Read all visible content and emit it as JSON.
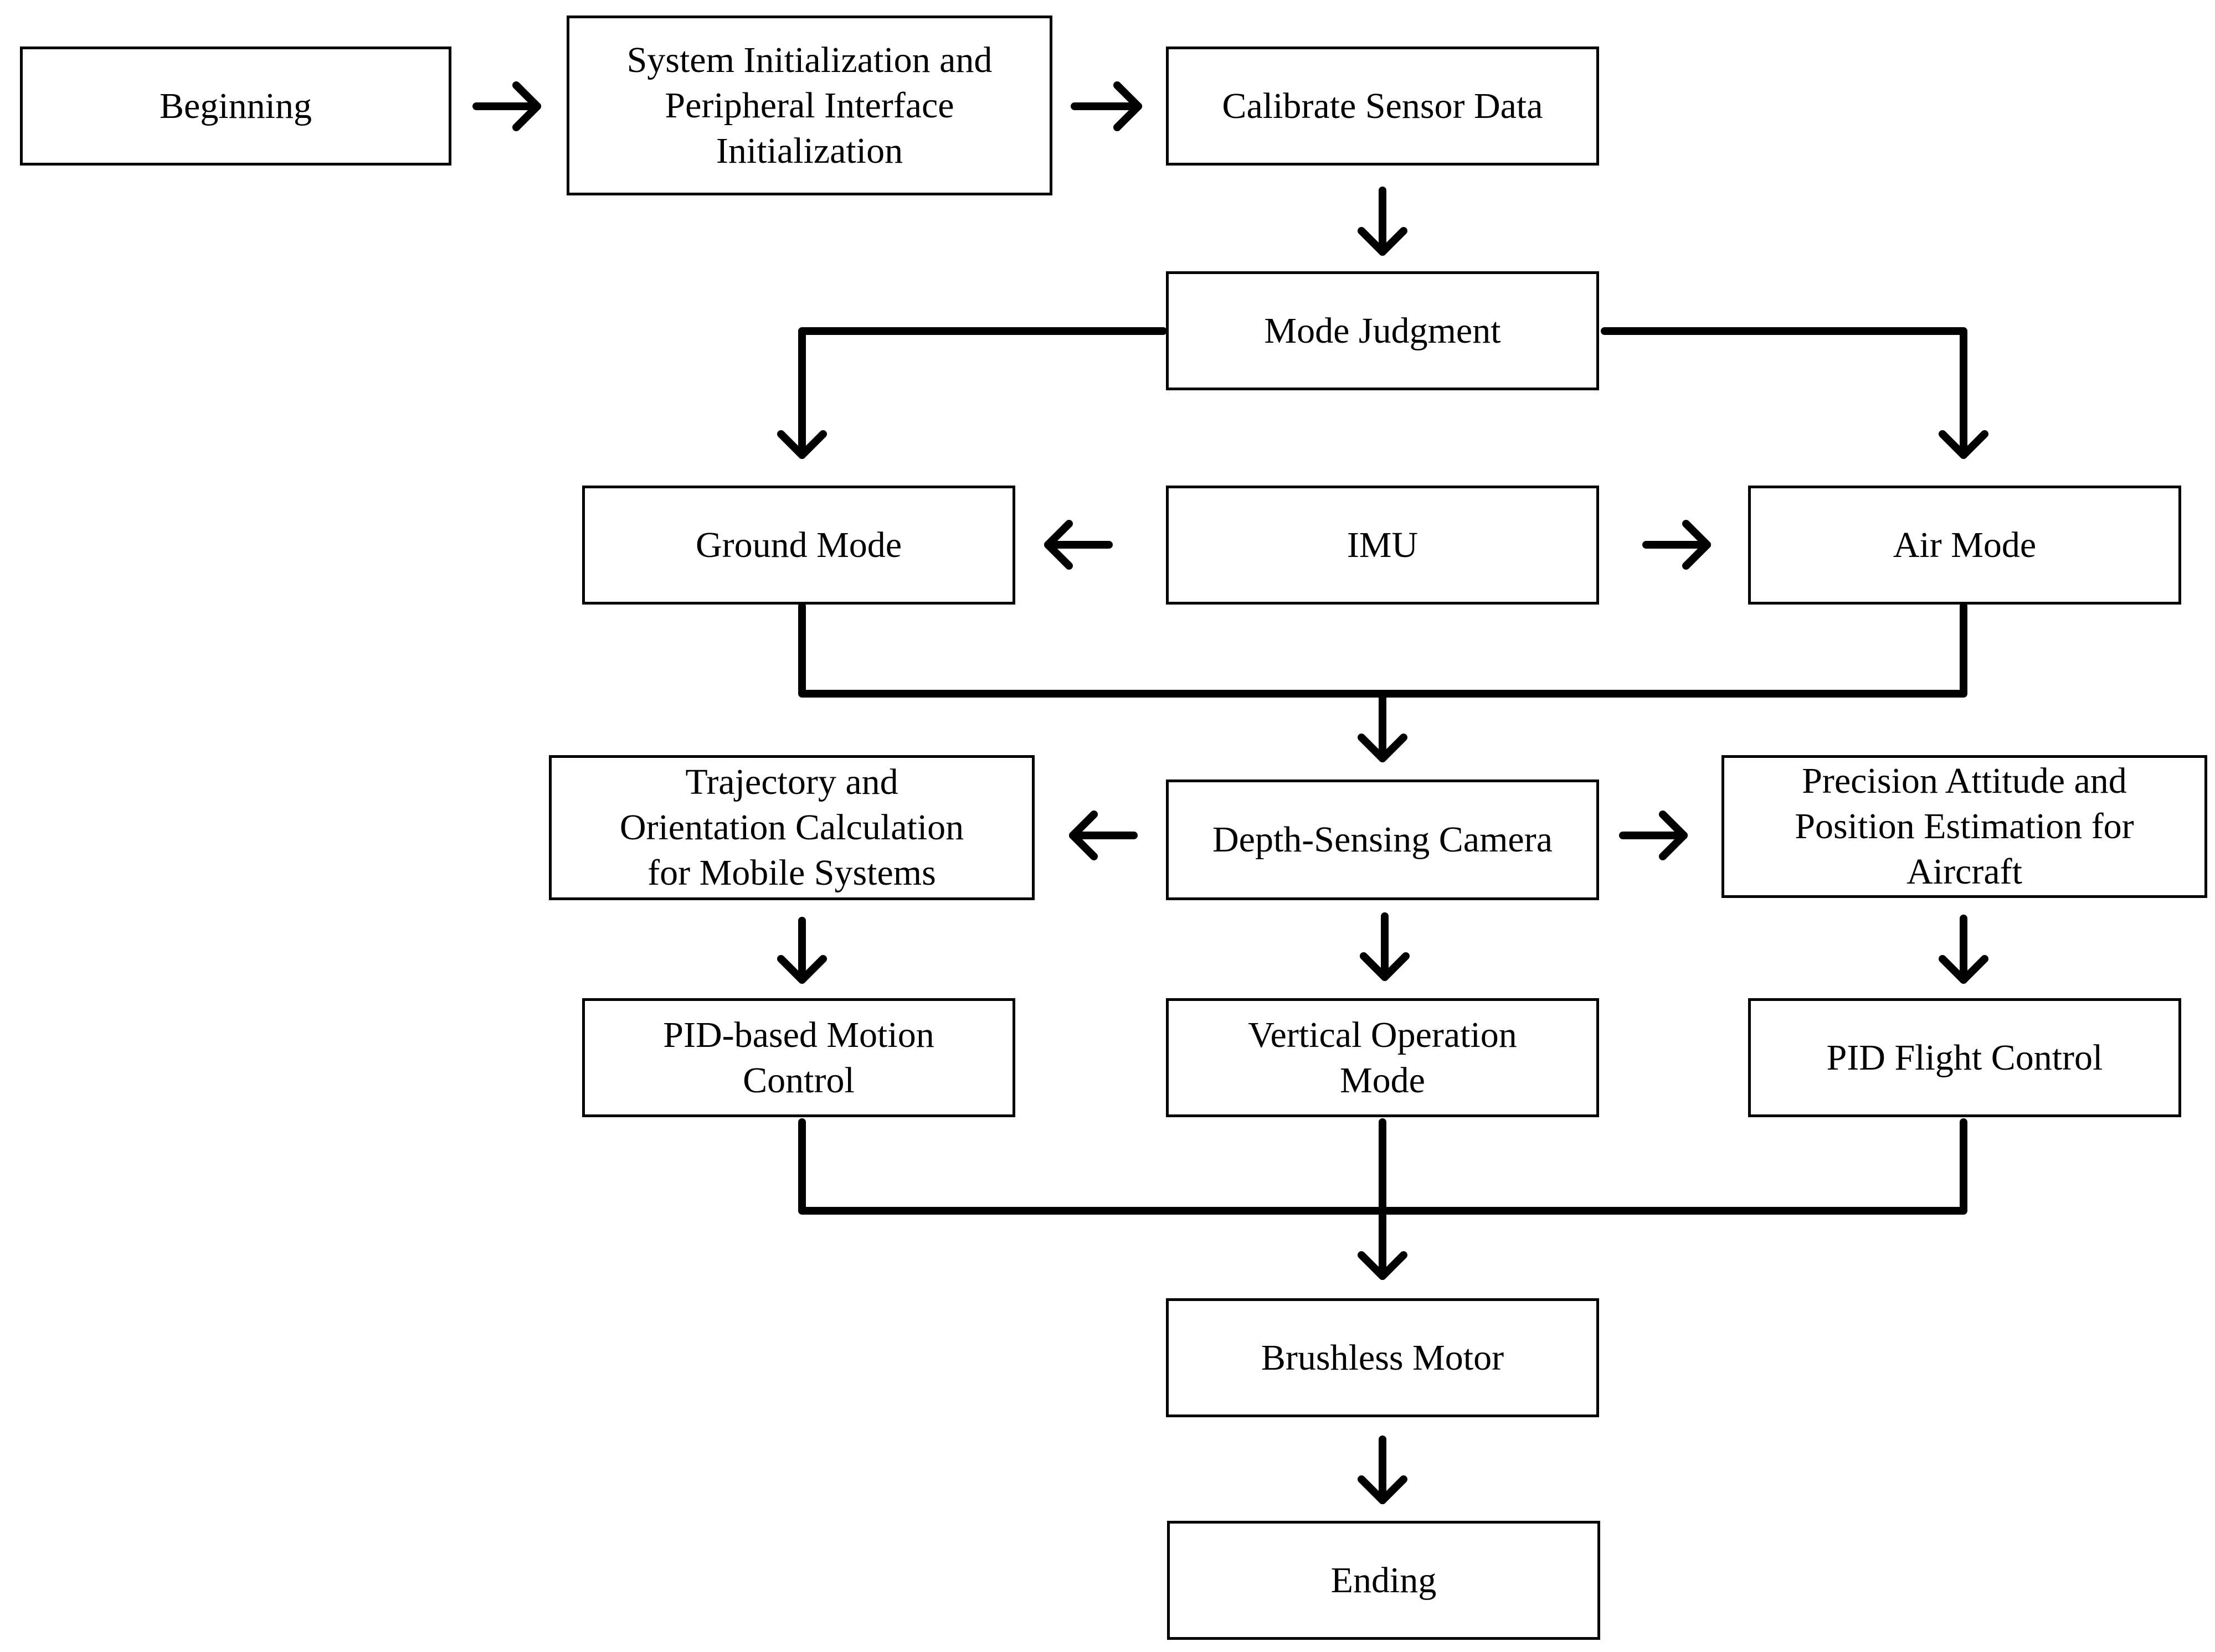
{
  "colors": {
    "stroke": "#000000",
    "background": "#ffffff"
  },
  "nodes": {
    "beginning": "Beginning",
    "system_init": "System Initialization and\nPeripheral Interface\nInitialization",
    "calibrate": "Calibrate Sensor Data",
    "mode_judgment": "Mode Judgment",
    "ground_mode": "Ground Mode",
    "imu": "IMU",
    "air_mode": "Air Mode",
    "trajectory": "Trajectory and\nOrientation Calculation\nfor Mobile Systems",
    "depth_camera": "Depth-Sensing Camera",
    "precision": "Precision Attitude and\nPosition Estimation for\nAircraft",
    "pid_motion": "PID-based Motion\nControl",
    "vertical_mode": "Vertical Operation\nMode",
    "pid_flight": "PID Flight Control",
    "brushless_motor": "Brushless Motor",
    "ending": "Ending"
  }
}
